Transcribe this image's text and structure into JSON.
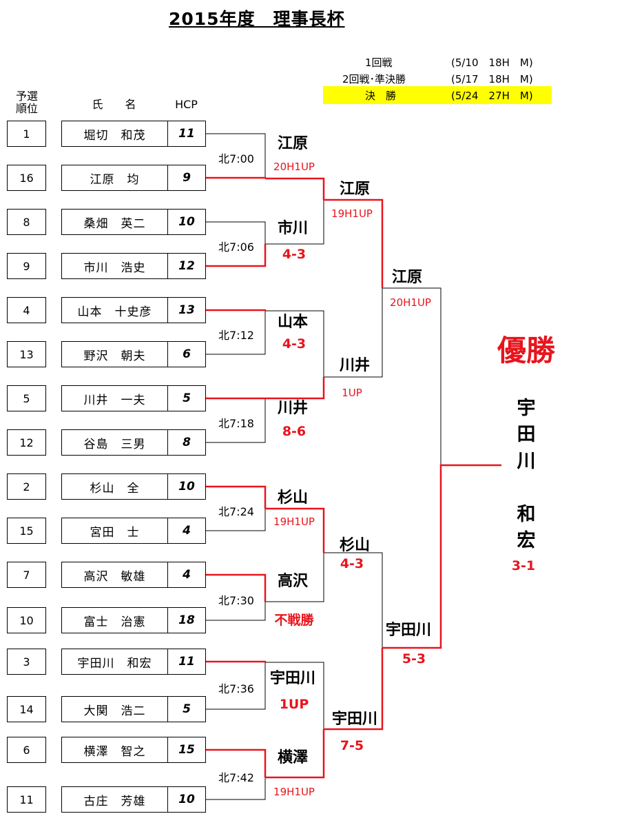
{
  "title": "2015年度　理事長杯",
  "schedule": [
    {
      "round": "1回戦",
      "date": "(5/10　18H　M)"
    },
    {
      "round": "2回戦･準決勝",
      "date": "(5/17　18H　M)"
    },
    {
      "round": "決　勝",
      "date": "(5/24　27H　M)"
    }
  ],
  "headers": {
    "rank": "予選\n順位",
    "name": "氏　　名",
    "hcp": "HCP"
  },
  "players": [
    {
      "rank": "1",
      "name": "堀切　和茂",
      "hcp": "11"
    },
    {
      "rank": "16",
      "name": "江原　均",
      "hcp": "9"
    },
    {
      "rank": "8",
      "name": "桑畑　英二",
      "hcp": "10"
    },
    {
      "rank": "9",
      "name": "市川　浩史",
      "hcp": "12"
    },
    {
      "rank": "4",
      "name": "山本　十史彦",
      "hcp": "13"
    },
    {
      "rank": "13",
      "name": "野沢　朝夫",
      "hcp": "6"
    },
    {
      "rank": "5",
      "name": "川井　一夫",
      "hcp": "5"
    },
    {
      "rank": "12",
      "name": "谷島　三男",
      "hcp": "8"
    },
    {
      "rank": "2",
      "name": "杉山　全",
      "hcp": "10"
    },
    {
      "rank": "15",
      "name": "宮田　士",
      "hcp": "4"
    },
    {
      "rank": "7",
      "name": "高沢　敏雄",
      "hcp": "4"
    },
    {
      "rank": "10",
      "name": "富士　治憲",
      "hcp": "18"
    },
    {
      "rank": "3",
      "name": "宇田川　和宏",
      "hcp": "11"
    },
    {
      "rank": "14",
      "name": "大関　浩二",
      "hcp": "5"
    },
    {
      "rank": "6",
      "name": "横澤　智之",
      "hcp": "15"
    },
    {
      "rank": "11",
      "name": "古庄　芳雄",
      "hcp": "10"
    }
  ],
  "tee_times": [
    "北7:00",
    "北7:06",
    "北7:12",
    "北7:18",
    "北7:24",
    "北7:30",
    "北7:36",
    "北7:42"
  ],
  "round1": [
    {
      "winner": "江原",
      "score": "20H1UP"
    },
    {
      "winner": "市川",
      "score": "4-3"
    },
    {
      "winner": "山本",
      "score": "4-3"
    },
    {
      "winner": "川井",
      "score": "8-6"
    },
    {
      "winner": "杉山",
      "score": "19H1UP"
    },
    {
      "winner": "高沢",
      "score": "不戦勝"
    },
    {
      "winner": "宇田川",
      "score": "1UP"
    },
    {
      "winner": "横澤",
      "score": "19H1UP"
    }
  ],
  "round2": [
    {
      "winner": "江原",
      "score": "19H1UP"
    },
    {
      "winner": "川井",
      "score": "1UP"
    },
    {
      "winner": "杉山",
      "score": "4-3"
    },
    {
      "winner": "宇田川",
      "score": "7-5"
    }
  ],
  "semifinal": [
    {
      "winner": "江原",
      "score": "20H1UP"
    },
    {
      "winner": "宇田川",
      "score": "5-3"
    }
  ],
  "final": {
    "label": "優勝",
    "champion_chars": [
      "宇",
      "田",
      "川",
      "",
      "和",
      "宏"
    ],
    "score": "3-1"
  },
  "colors": {
    "highlight": "#ffff00",
    "win_line": "#e8141c",
    "line": "#000000"
  }
}
